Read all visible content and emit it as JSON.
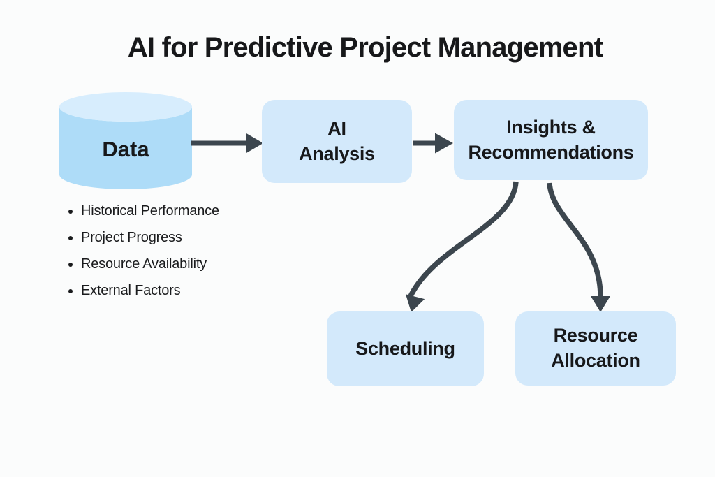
{
  "title": "AI for Predictive Project Management",
  "nodes": {
    "data_store": {
      "label": "Data"
    },
    "ai_analysis": {
      "line1": "AI",
      "line2": "Analysis"
    },
    "insights": {
      "line1": "Insights &",
      "line2": "Recommendations"
    },
    "scheduling": {
      "label": "Scheduling"
    },
    "resource_allocation": {
      "line1": "Resource",
      "line2": "Allocation"
    }
  },
  "data_inputs": [
    "Historical Performance",
    "Project Progress",
    "Resource Availability",
    "External Factors"
  ],
  "colors": {
    "background": "#fbfcfc",
    "node_fill": "#d3e9fb",
    "cylinder_body": "#aedcf8",
    "cylinder_top": "#d7edfd",
    "arrow": "#3c464e",
    "text": "#17181a"
  }
}
